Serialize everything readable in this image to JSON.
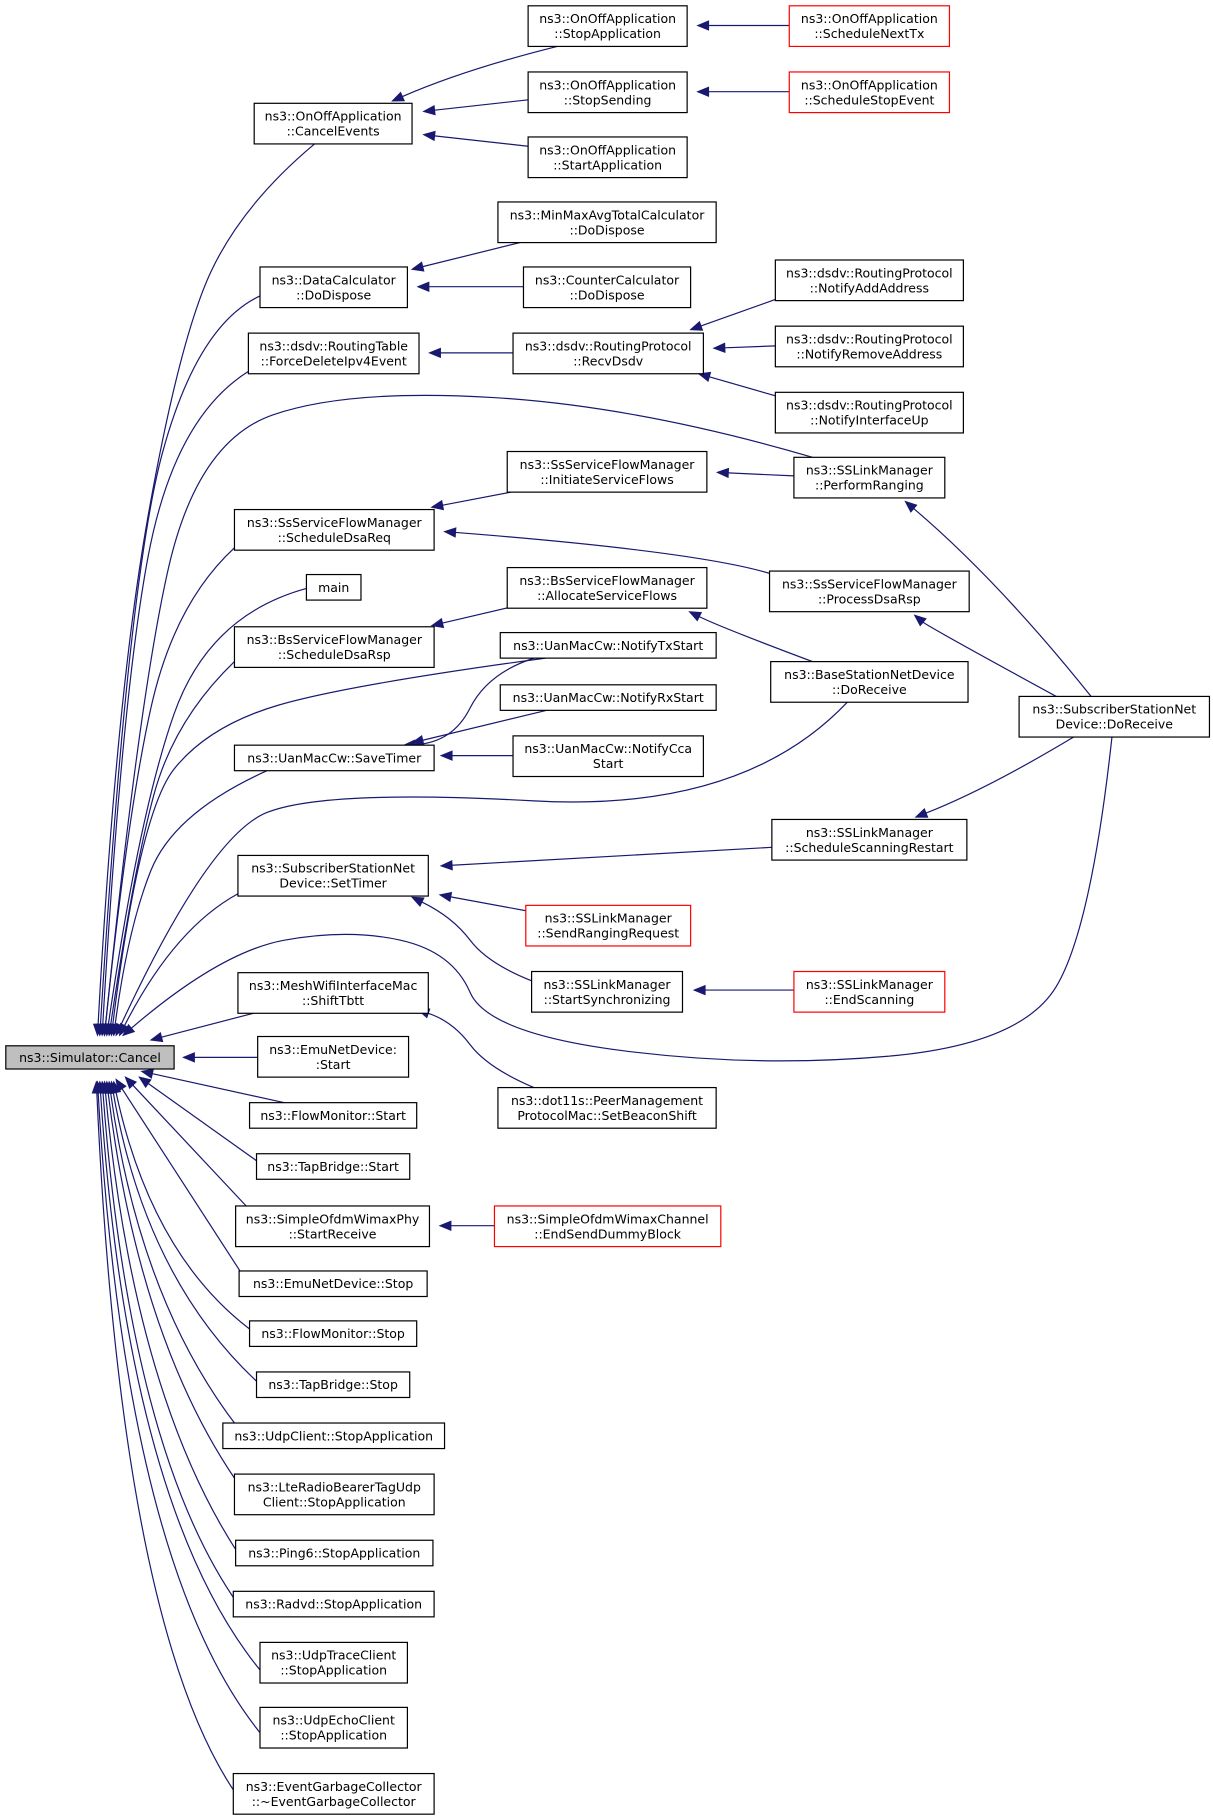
{
  "colors": {
    "edge": "#191970",
    "box_border": "#000000",
    "truncated_border": "#ff0000",
    "root_fill": "#bfbfbf"
  },
  "nodes": [
    {
      "id": "cancel",
      "lines": [
        "ns3::Simulator::Cancel"
      ],
      "root": true
    },
    {
      "id": "offCancelEvents",
      "lines": [
        "ns3::OnOffApplication",
        "::CancelEvents"
      ]
    },
    {
      "id": "offStopApp",
      "lines": [
        "ns3::OnOffApplication",
        "::StopApplication"
      ]
    },
    {
      "id": "offScheduleNextTx",
      "lines": [
        "ns3::OnOffApplication",
        "::ScheduleNextTx"
      ],
      "red": true
    },
    {
      "id": "offStopSending",
      "lines": [
        "ns3::OnOffApplication",
        "::StopSending"
      ]
    },
    {
      "id": "offScheduleStopEvent",
      "lines": [
        "ns3::OnOffApplication",
        "::ScheduleStopEvent"
      ],
      "red": true
    },
    {
      "id": "offStartApp",
      "lines": [
        "ns3::OnOffApplication",
        "::StartApplication"
      ]
    },
    {
      "id": "dcDoDispose",
      "lines": [
        "ns3::DataCalculator",
        "::DoDispose"
      ]
    },
    {
      "id": "minmaxDoDispose",
      "lines": [
        "ns3::MinMaxAvgTotalCalculator",
        "::DoDispose"
      ]
    },
    {
      "id": "counterDoDispose",
      "lines": [
        "ns3::CounterCalculator",
        "::DoDispose"
      ]
    },
    {
      "id": "rtForceDelete",
      "lines": [
        "ns3::dsdv::RoutingTable",
        "::ForceDeleteIpv4Event"
      ]
    },
    {
      "id": "rpRecvDsdv",
      "lines": [
        "ns3::dsdv::RoutingProtocol",
        "::RecvDsdv"
      ]
    },
    {
      "id": "rpNotifyAdd",
      "lines": [
        "ns3::dsdv::RoutingProtocol",
        "::NotifyAddAddress"
      ]
    },
    {
      "id": "rpNotifyRemove",
      "lines": [
        "ns3::dsdv::RoutingProtocol",
        "::NotifyRemoveAddress"
      ]
    },
    {
      "id": "rpNotifyUp",
      "lines": [
        "ns3::dsdv::RoutingProtocol",
        "::NotifyInterfaceUp"
      ]
    },
    {
      "id": "sslPerformRanging",
      "lines": [
        "ns3::SSLinkManager",
        "::PerformRanging"
      ]
    },
    {
      "id": "ssfmInitiate",
      "lines": [
        "ns3::SsServiceFlowManager",
        "::InitiateServiceFlows"
      ]
    },
    {
      "id": "ssfmScheduleDsaReq",
      "lines": [
        "ns3::SsServiceFlowManager",
        "::ScheduleDsaReq"
      ]
    },
    {
      "id": "main",
      "lines": [
        "main"
      ]
    },
    {
      "id": "bsfmAllocate",
      "lines": [
        "ns3::BsServiceFlowManager",
        "::AllocateServiceFlows"
      ]
    },
    {
      "id": "ssfmProcessDsaRsp",
      "lines": [
        "ns3::SsServiceFlowManager",
        "::ProcessDsaRsp"
      ]
    },
    {
      "id": "bsfmScheduleDsaRsp",
      "lines": [
        "ns3::BsServiceFlowManager",
        "::ScheduleDsaRsp"
      ]
    },
    {
      "id": "uanNotifyTx",
      "lines": [
        "ns3::UanMacCw::NotifyTxStart"
      ]
    },
    {
      "id": "bsndDoReceive",
      "lines": [
        "ns3::BaseStationNetDevice",
        "::DoReceive"
      ]
    },
    {
      "id": "ssndDoReceive",
      "lines": [
        "ns3::SubscriberStationNet",
        "Device::DoReceive"
      ]
    },
    {
      "id": "uanNotifyRx",
      "lines": [
        "ns3::UanMacCw::NotifyRxStart"
      ]
    },
    {
      "id": "uanSaveTimer",
      "lines": [
        "ns3::UanMacCw::SaveTimer"
      ]
    },
    {
      "id": "uanNotifyCca",
      "lines": [
        "ns3::UanMacCw::NotifyCca",
        "Start"
      ]
    },
    {
      "id": "sslScheduleScanning",
      "lines": [
        "ns3::SSLinkManager",
        "::ScheduleScanningRestart"
      ]
    },
    {
      "id": "ssndSetTimer",
      "lines": [
        "ns3::SubscriberStationNet",
        "Device::SetTimer"
      ]
    },
    {
      "id": "sslSendRanging",
      "lines": [
        "ns3::SSLinkManager",
        "::SendRangingRequest"
      ],
      "red": true
    },
    {
      "id": "meshShiftTbtt",
      "lines": [
        "ns3::MeshWifiInterfaceMac",
        "::ShiftTbtt"
      ]
    },
    {
      "id": "sslStartSync",
      "lines": [
        "ns3::SSLinkManager",
        "::StartSynchronizing"
      ]
    },
    {
      "id": "sslEndScanning",
      "lines": [
        "ns3::SSLinkManager",
        "::EndScanning"
      ],
      "red": true
    },
    {
      "id": "emuStart",
      "lines": [
        "ns3::EmuNetDevice:",
        ":Start"
      ]
    },
    {
      "id": "peerSetBeacon",
      "lines": [
        "ns3::dot11s::PeerManagement",
        "ProtocolMac::SetBeaconShift"
      ]
    },
    {
      "id": "fmStart",
      "lines": [
        "ns3::FlowMonitor::Start"
      ]
    },
    {
      "id": "tapStart",
      "lines": [
        "ns3::TapBridge::Start"
      ]
    },
    {
      "id": "sowpStartReceive",
      "lines": [
        "ns3::SimpleOfdmWimaxPhy",
        "::StartReceive"
      ]
    },
    {
      "id": "sowcEndSend",
      "lines": [
        "ns3::SimpleOfdmWimaxChannel",
        "::EndSendDummyBlock"
      ],
      "red": true
    },
    {
      "id": "emuStop",
      "lines": [
        "ns3::EmuNetDevice::Stop"
      ]
    },
    {
      "id": "fmStop",
      "lines": [
        "ns3::FlowMonitor::Stop"
      ]
    },
    {
      "id": "tapStop",
      "lines": [
        "ns3::TapBridge::Stop"
      ]
    },
    {
      "id": "udpClientStop",
      "lines": [
        "ns3::UdpClient::StopApplication"
      ]
    },
    {
      "id": "lteStop",
      "lines": [
        "ns3::LteRadioBearerTagUdp",
        "Client::StopApplication"
      ]
    },
    {
      "id": "ping6Stop",
      "lines": [
        "ns3::Ping6::StopApplication"
      ]
    },
    {
      "id": "radvdStop",
      "lines": [
        "ns3::Radvd::StopApplication"
      ]
    },
    {
      "id": "udpTraceStop",
      "lines": [
        "ns3::UdpTraceClient",
        "::StopApplication"
      ]
    },
    {
      "id": "udpEchoStop",
      "lines": [
        "ns3::UdpEchoClient",
        "::StopApplication"
      ]
    },
    {
      "id": "egcDtor",
      "lines": [
        "ns3::EventGarbageCollector",
        "::~EventGarbageCollector"
      ]
    }
  ],
  "edges": [
    [
      "offCancelEvents",
      "cancel"
    ],
    [
      "offStopApp",
      "offCancelEvents"
    ],
    [
      "offScheduleNextTx",
      "offStopApp"
    ],
    [
      "offStopSending",
      "offCancelEvents"
    ],
    [
      "offScheduleStopEvent",
      "offStopSending"
    ],
    [
      "offStartApp",
      "offCancelEvents"
    ],
    [
      "dcDoDispose",
      "cancel"
    ],
    [
      "minmaxDoDispose",
      "dcDoDispose"
    ],
    [
      "counterDoDispose",
      "dcDoDispose"
    ],
    [
      "rtForceDelete",
      "cancel"
    ],
    [
      "rpRecvDsdv",
      "rtForceDelete"
    ],
    [
      "rpNotifyAdd",
      "rpRecvDsdv"
    ],
    [
      "rpNotifyRemove",
      "rpRecvDsdv"
    ],
    [
      "rpNotifyUp",
      "rpRecvDsdv"
    ],
    [
      "sslPerformRanging",
      "cancel"
    ],
    [
      "ssfmScheduleDsaReq",
      "cancel"
    ],
    [
      "ssfmInitiate",
      "ssfmScheduleDsaReq"
    ],
    [
      "sslPerformRanging",
      "ssfmInitiate"
    ],
    [
      "ssfmProcessDsaRsp",
      "ssfmScheduleDsaReq"
    ],
    [
      "ssndDoReceive",
      "sslPerformRanging"
    ],
    [
      "ssndDoReceive",
      "ssfmProcessDsaRsp"
    ],
    [
      "main",
      "cancel"
    ],
    [
      "bsfmScheduleDsaRsp",
      "cancel"
    ],
    [
      "bsfmAllocate",
      "bsfmScheduleDsaRsp"
    ],
    [
      "bsndDoReceive",
      "bsfmAllocate"
    ],
    [
      "uanNotifyTx",
      "cancel"
    ],
    [
      "uanSaveTimer",
      "cancel"
    ],
    [
      "uanNotifyTx",
      "uanSaveTimer"
    ],
    [
      "uanNotifyRx",
      "uanSaveTimer"
    ],
    [
      "uanNotifyCca",
      "uanSaveTimer"
    ],
    [
      "bsndDoReceive",
      "cancel"
    ],
    [
      "ssndSetTimer",
      "cancel"
    ],
    [
      "sslScheduleScanning",
      "ssndSetTimer"
    ],
    [
      "ssndDoReceive",
      "sslScheduleScanning"
    ],
    [
      "sslSendRanging",
      "ssndSetTimer"
    ],
    [
      "sslStartSync",
      "ssndSetTimer"
    ],
    [
      "sslEndScanning",
      "sslStartSync"
    ],
    [
      "ssndDoReceive",
      "cancel"
    ],
    [
      "meshShiftTbtt",
      "cancel"
    ],
    [
      "peerSetBeacon",
      "meshShiftTbtt"
    ],
    [
      "emuStart",
      "cancel"
    ],
    [
      "fmStart",
      "cancel"
    ],
    [
      "tapStart",
      "cancel"
    ],
    [
      "sowpStartReceive",
      "cancel"
    ],
    [
      "sowcEndSend",
      "sowpStartReceive"
    ],
    [
      "emuStop",
      "cancel"
    ],
    [
      "fmStop",
      "cancel"
    ],
    [
      "tapStop",
      "cancel"
    ],
    [
      "udpClientStop",
      "cancel"
    ],
    [
      "lteStop",
      "cancel"
    ],
    [
      "ping6Stop",
      "cancel"
    ],
    [
      "radvdStop",
      "cancel"
    ],
    [
      "udpTraceStop",
      "cancel"
    ],
    [
      "udpEchoStop",
      "cancel"
    ],
    [
      "egcDtor",
      "cancel"
    ]
  ]
}
